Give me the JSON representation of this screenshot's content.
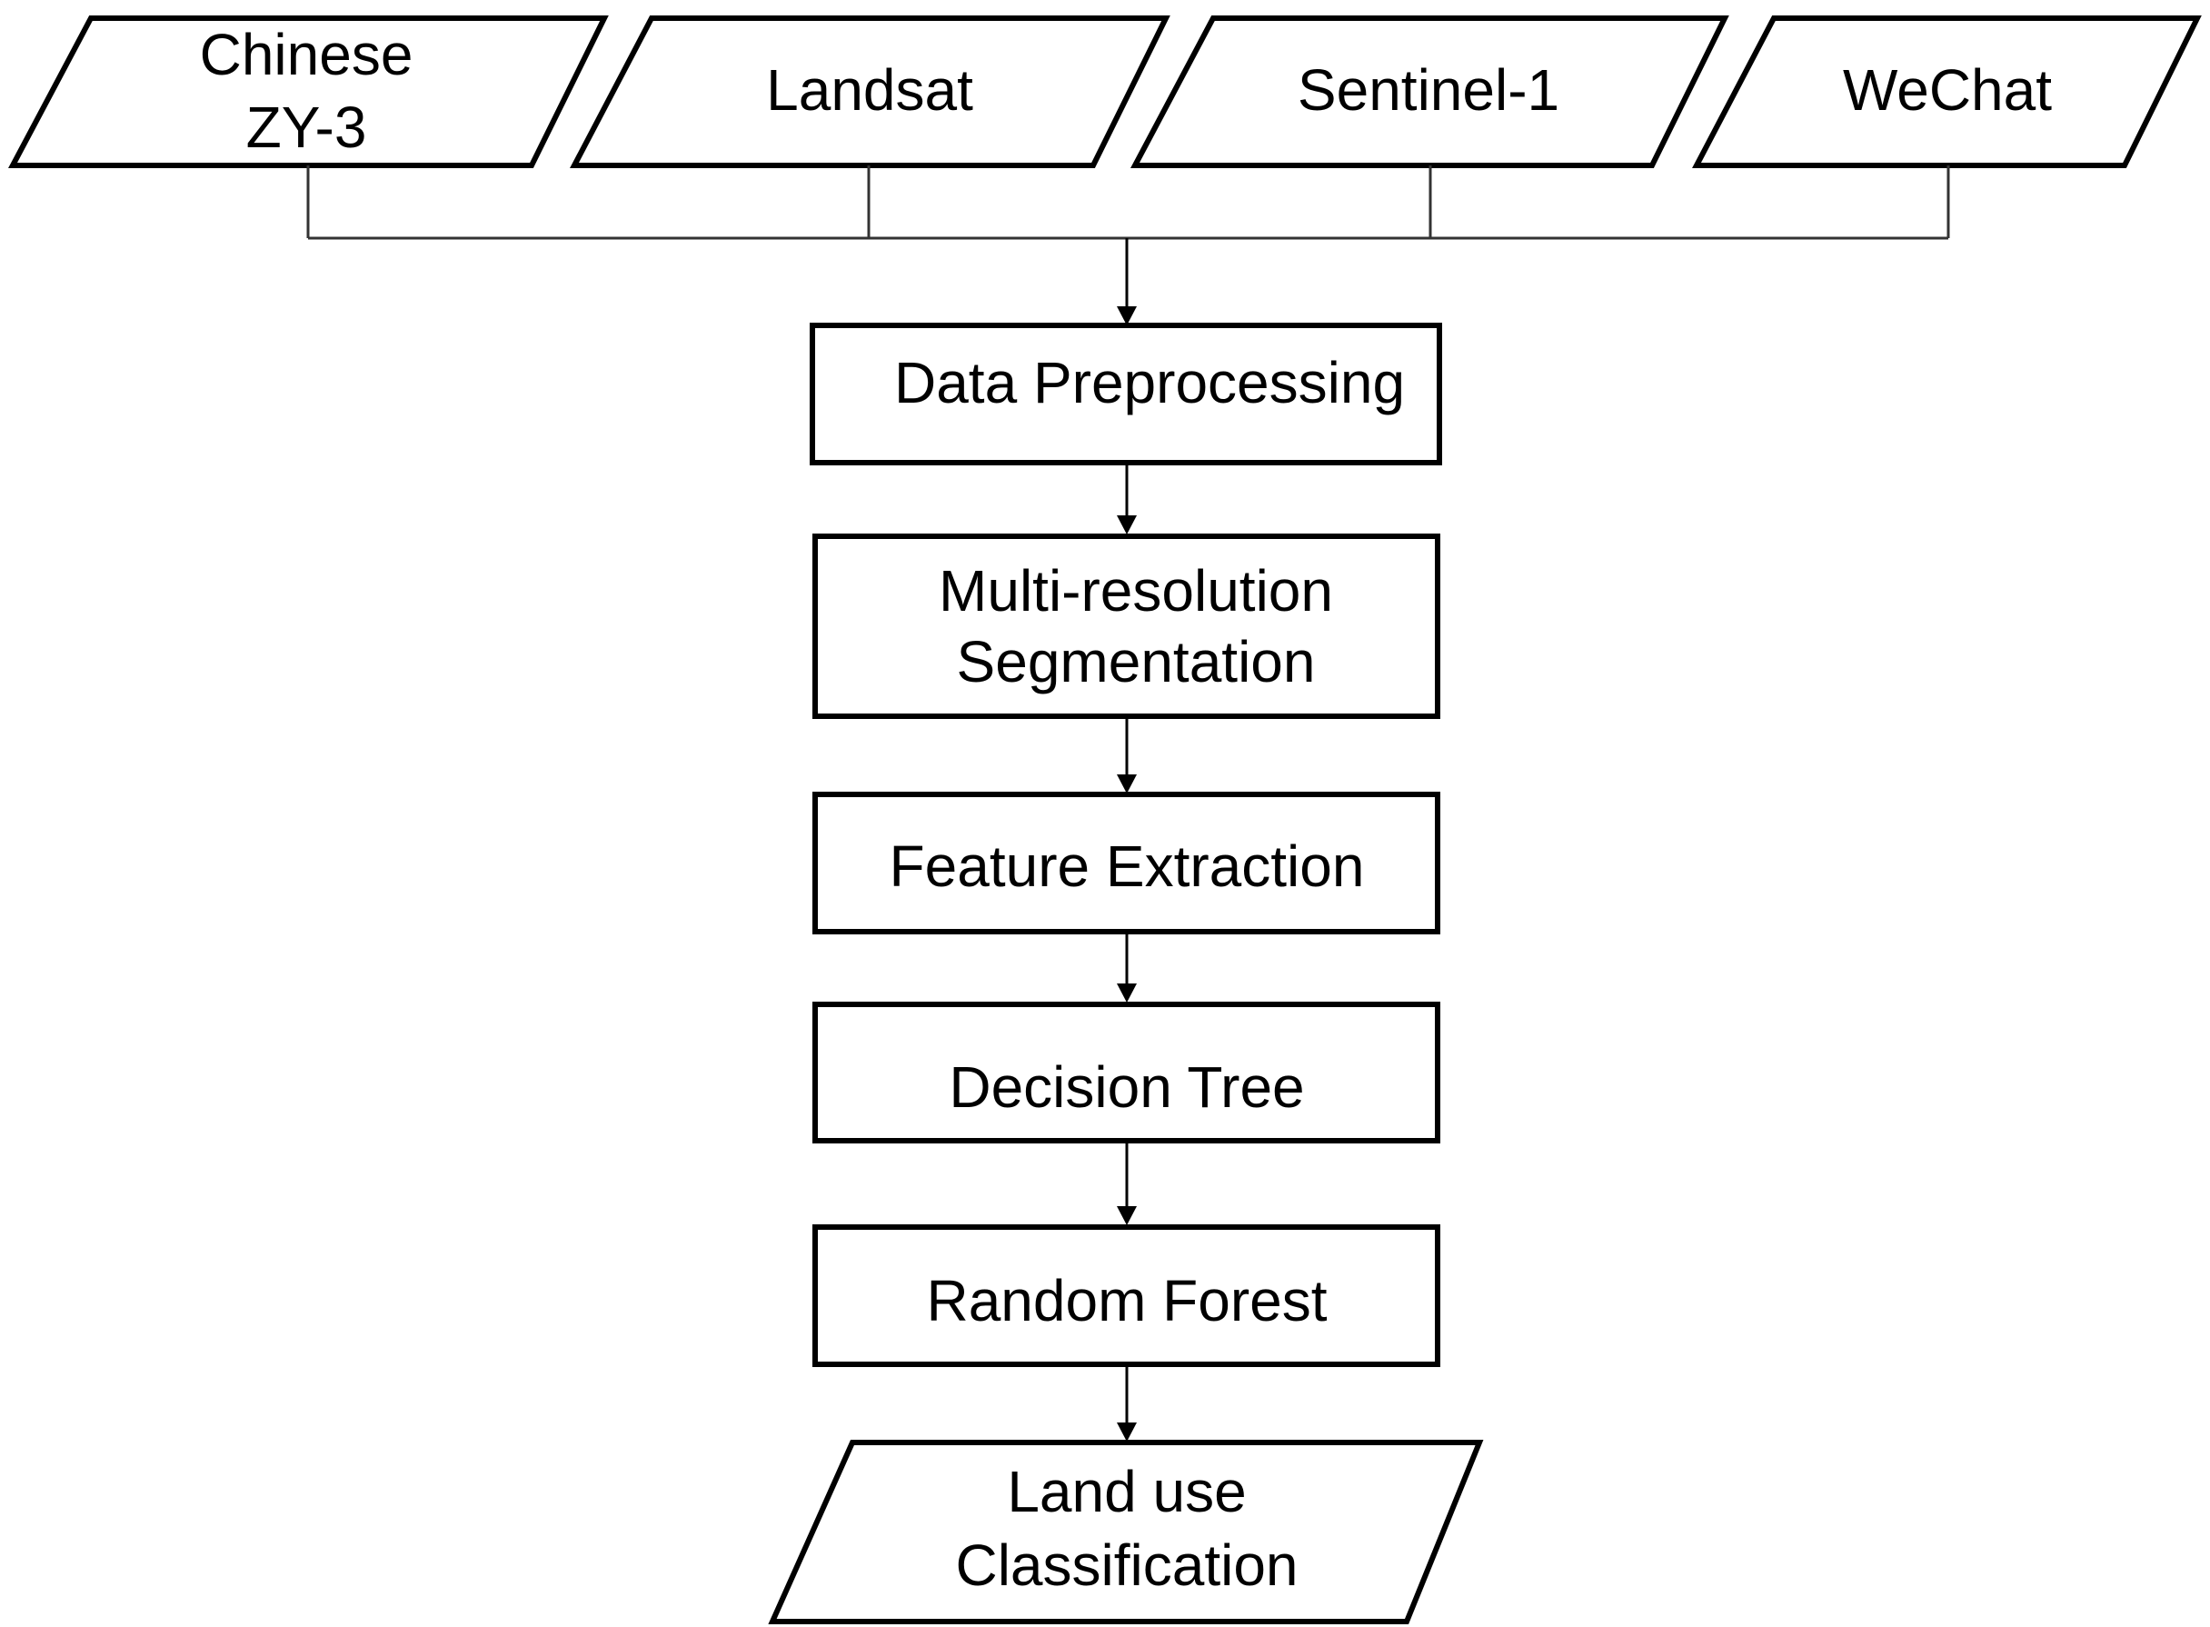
{
  "inputs": [
    {
      "lines": [
        "Chinese",
        "ZY-3"
      ]
    },
    {
      "lines": [
        "Landsat"
      ]
    },
    {
      "lines": [
        "Sentinel-1"
      ]
    },
    {
      "lines": [
        "WeChat"
      ]
    }
  ],
  "steps": [
    {
      "lines": [
        "Data Preprocessing"
      ]
    },
    {
      "lines": [
        "Multi-resolution",
        "Segmentation"
      ]
    },
    {
      "lines": [
        "Feature Extraction"
      ]
    },
    {
      "lines": [
        "Decision Tree"
      ]
    },
    {
      "lines": [
        "Random Forest"
      ]
    }
  ],
  "output": {
    "lines": [
      "Land use",
      "Classification"
    ]
  }
}
